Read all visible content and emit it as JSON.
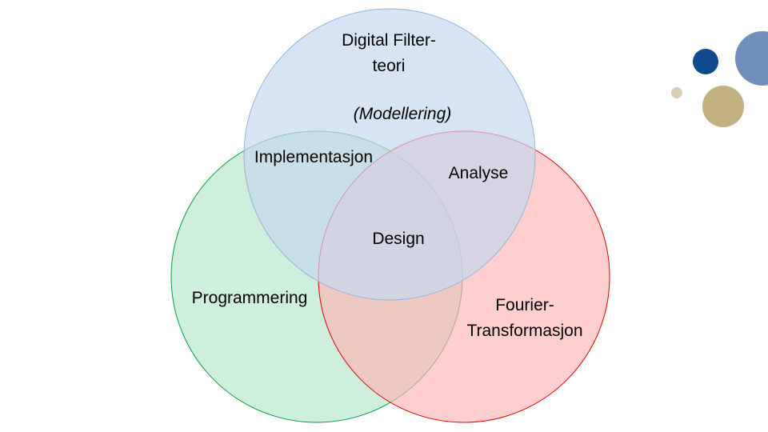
{
  "diagram": {
    "circles": [
      {
        "name": "Digital Filter-teori",
        "fill": "#c6d9f0",
        "stroke": "#95b3d7"
      },
      {
        "name": "Programmering",
        "fill": "#b3e6c8",
        "stroke": "#00a040"
      },
      {
        "name": "Fourier-Transformasjon",
        "fill": "#ffb3b3",
        "stroke": "#e00000"
      }
    ],
    "labels": {
      "top_line1": "Digital Filter-",
      "top_line2": "teori",
      "modellering": "(Modellering)",
      "implementasjon": "Implementasjon",
      "analyse": "Analyse",
      "design": "Design",
      "programmering": "Programmering",
      "fourier_line1": "Fourier-",
      "fourier_line2": "Transformasjon"
    }
  },
  "decor": {
    "dot_colors": [
      "#0e4a8c",
      "#6f8fba",
      "#c2b180",
      "#d8d0b0"
    ]
  }
}
